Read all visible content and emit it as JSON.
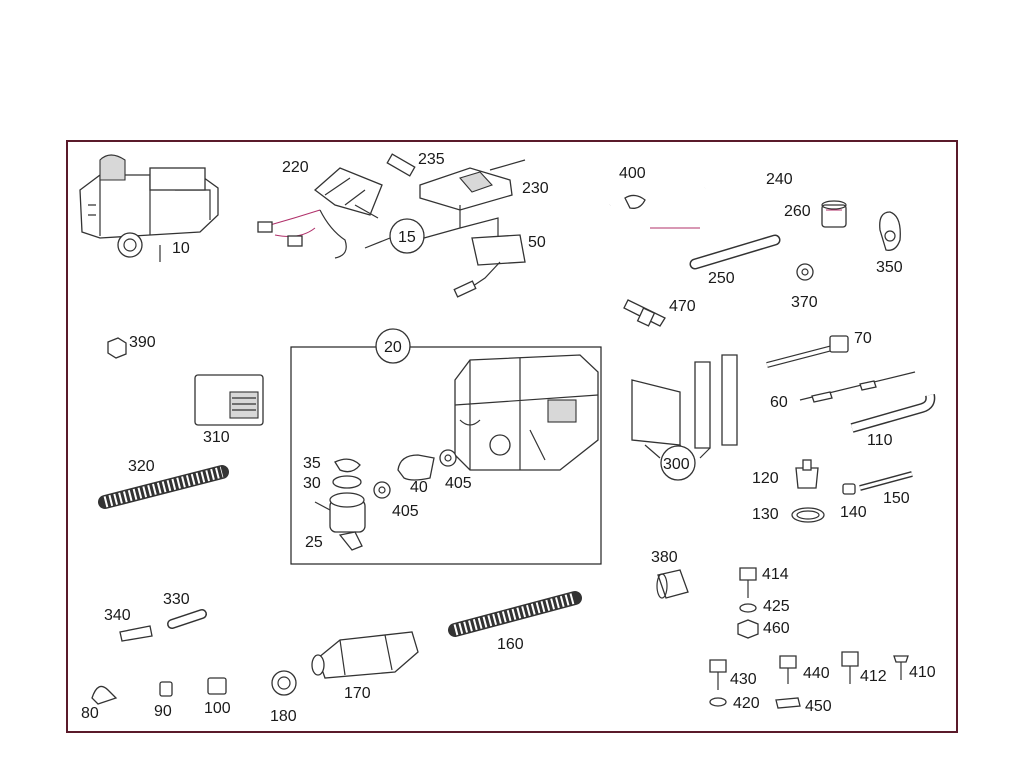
{
  "diagram": {
    "callouts": {
      "c10": "10",
      "c15": "15",
      "c20": "20",
      "c25": "25",
      "c30": "30",
      "c35": "35",
      "c40": "40",
      "c50": "50",
      "c60": "60",
      "c70": "70",
      "c80": "80",
      "c90": "90",
      "c100": "100",
      "c110": "110",
      "c120": "120",
      "c130": "130",
      "c140": "140",
      "c150": "150",
      "c160": "160",
      "c170": "170",
      "c180": "180",
      "c220": "220",
      "c230": "230",
      "c235": "235",
      "c240": "240",
      "c250": "250",
      "c260": "260",
      "c300": "300",
      "c310": "310",
      "c320": "320",
      "c330": "330",
      "c340": "340",
      "c350": "350",
      "c370": "370",
      "c380": "380",
      "c390": "390",
      "c400": "400",
      "c405a": "405",
      "c405b": "405",
      "c410": "410",
      "c412": "412",
      "c414": "414",
      "c420": "420",
      "c425": "425",
      "c430": "430",
      "c440": "440",
      "c450": "450",
      "c460": "460",
      "c470": "470"
    },
    "colors": {
      "frame": "#5a1a2a",
      "line": "#333333",
      "accent": "#b0306a"
    }
  }
}
